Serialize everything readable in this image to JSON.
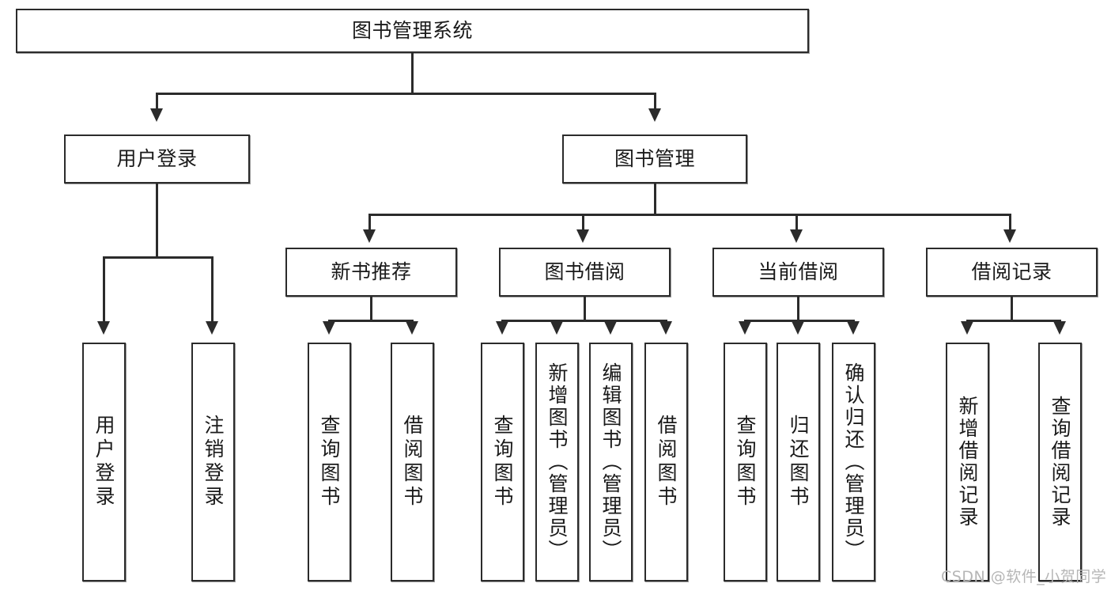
{
  "diagram": {
    "type": "tree-hierarchy",
    "title": "图书管理系统",
    "root": {
      "label": "图书管理系统"
    },
    "level2": [
      {
        "id": "user-login",
        "label": "用户登录"
      },
      {
        "id": "book-management",
        "label": "图书管理"
      }
    ],
    "level3": [
      {
        "id": "new-book-recommend",
        "label": "新书推荐",
        "parent": "book-management"
      },
      {
        "id": "book-borrow",
        "label": "图书借阅",
        "parent": "book-management"
      },
      {
        "id": "current-borrow",
        "label": "当前借阅",
        "parent": "book-management"
      },
      {
        "id": "borrow-record",
        "label": "借阅记录",
        "parent": "book-management"
      }
    ],
    "leaves": {
      "user-login": [
        {
          "id": "leaf-user-login",
          "label": "用户登录"
        },
        {
          "id": "leaf-user-logout",
          "label": "注销登录"
        }
      ],
      "new-book-recommend": [
        {
          "id": "leaf-query-book-1",
          "label": "查询图书"
        },
        {
          "id": "leaf-borrow-book-1",
          "label": "借阅图书"
        }
      ],
      "book-borrow": [
        {
          "id": "leaf-query-book-2",
          "label": "查询图书"
        },
        {
          "id": "leaf-add-book",
          "label": "新增图书（管理员）"
        },
        {
          "id": "leaf-edit-book",
          "label": "编辑图书（管理员）"
        },
        {
          "id": "leaf-borrow-book-2",
          "label": "借阅图书"
        }
      ],
      "current-borrow": [
        {
          "id": "leaf-query-book-3",
          "label": "查询图书"
        },
        {
          "id": "leaf-return-book",
          "label": "归还图书"
        },
        {
          "id": "leaf-confirm-return",
          "label": "确认归还（管理员）"
        }
      ],
      "borrow-record": [
        {
          "id": "leaf-add-record",
          "label": "新增借阅记录"
        },
        {
          "id": "leaf-query-record",
          "label": "查询借阅记录"
        }
      ]
    }
  },
  "watermark": {
    "text": "CSDN @软件_小贺同学"
  },
  "colors": {
    "stroke": "#2b2b2b",
    "fill": "#ffffff",
    "text": "#1a1a1a",
    "watermark": "#b6b6b6"
  }
}
